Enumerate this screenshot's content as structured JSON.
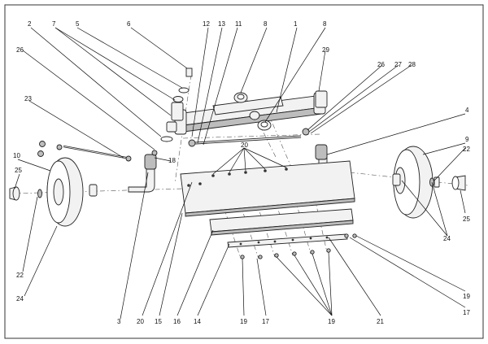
{
  "figure": {
    "title": "",
    "callouts": [
      {
        "id": "c1",
        "label": "1"
      },
      {
        "id": "c2",
        "label": "2"
      },
      {
        "id": "c3",
        "label": "3"
      },
      {
        "id": "c4",
        "label": "4"
      },
      {
        "id": "c5",
        "label": "5"
      },
      {
        "id": "c6",
        "label": "6"
      },
      {
        "id": "c7",
        "label": "7"
      },
      {
        "id": "c8a",
        "label": "8"
      },
      {
        "id": "c8b",
        "label": "8"
      },
      {
        "id": "c9",
        "label": "9"
      },
      {
        "id": "c10",
        "label": "10"
      },
      {
        "id": "c11",
        "label": "11"
      },
      {
        "id": "c12",
        "label": "12"
      },
      {
        "id": "c13",
        "label": "13"
      },
      {
        "id": "c14",
        "label": "14"
      },
      {
        "id": "c15",
        "label": "15"
      },
      {
        "id": "c16",
        "label": "16"
      },
      {
        "id": "c17a",
        "label": "17"
      },
      {
        "id": "c17b",
        "label": "17"
      },
      {
        "id": "c18",
        "label": "18"
      },
      {
        "id": "c19a",
        "label": "19"
      },
      {
        "id": "c19b",
        "label": "19"
      },
      {
        "id": "c19c",
        "label": "19"
      },
      {
        "id": "c20a",
        "label": "20"
      },
      {
        "id": "c20b",
        "label": "20"
      },
      {
        "id": "c21",
        "label": "21"
      },
      {
        "id": "c22a",
        "label": "22"
      },
      {
        "id": "c22b",
        "label": "22"
      },
      {
        "id": "c23",
        "label": "23"
      },
      {
        "id": "c24a",
        "label": "24"
      },
      {
        "id": "c24b",
        "label": "24"
      },
      {
        "id": "c25a",
        "label": "25"
      },
      {
        "id": "c25b",
        "label": "25"
      },
      {
        "id": "c26a",
        "label": "26"
      },
      {
        "id": "c26b",
        "label": "26"
      },
      {
        "id": "c27",
        "label": "27"
      },
      {
        "id": "c28",
        "label": "28"
      },
      {
        "id": "c29",
        "label": "29"
      }
    ]
  }
}
